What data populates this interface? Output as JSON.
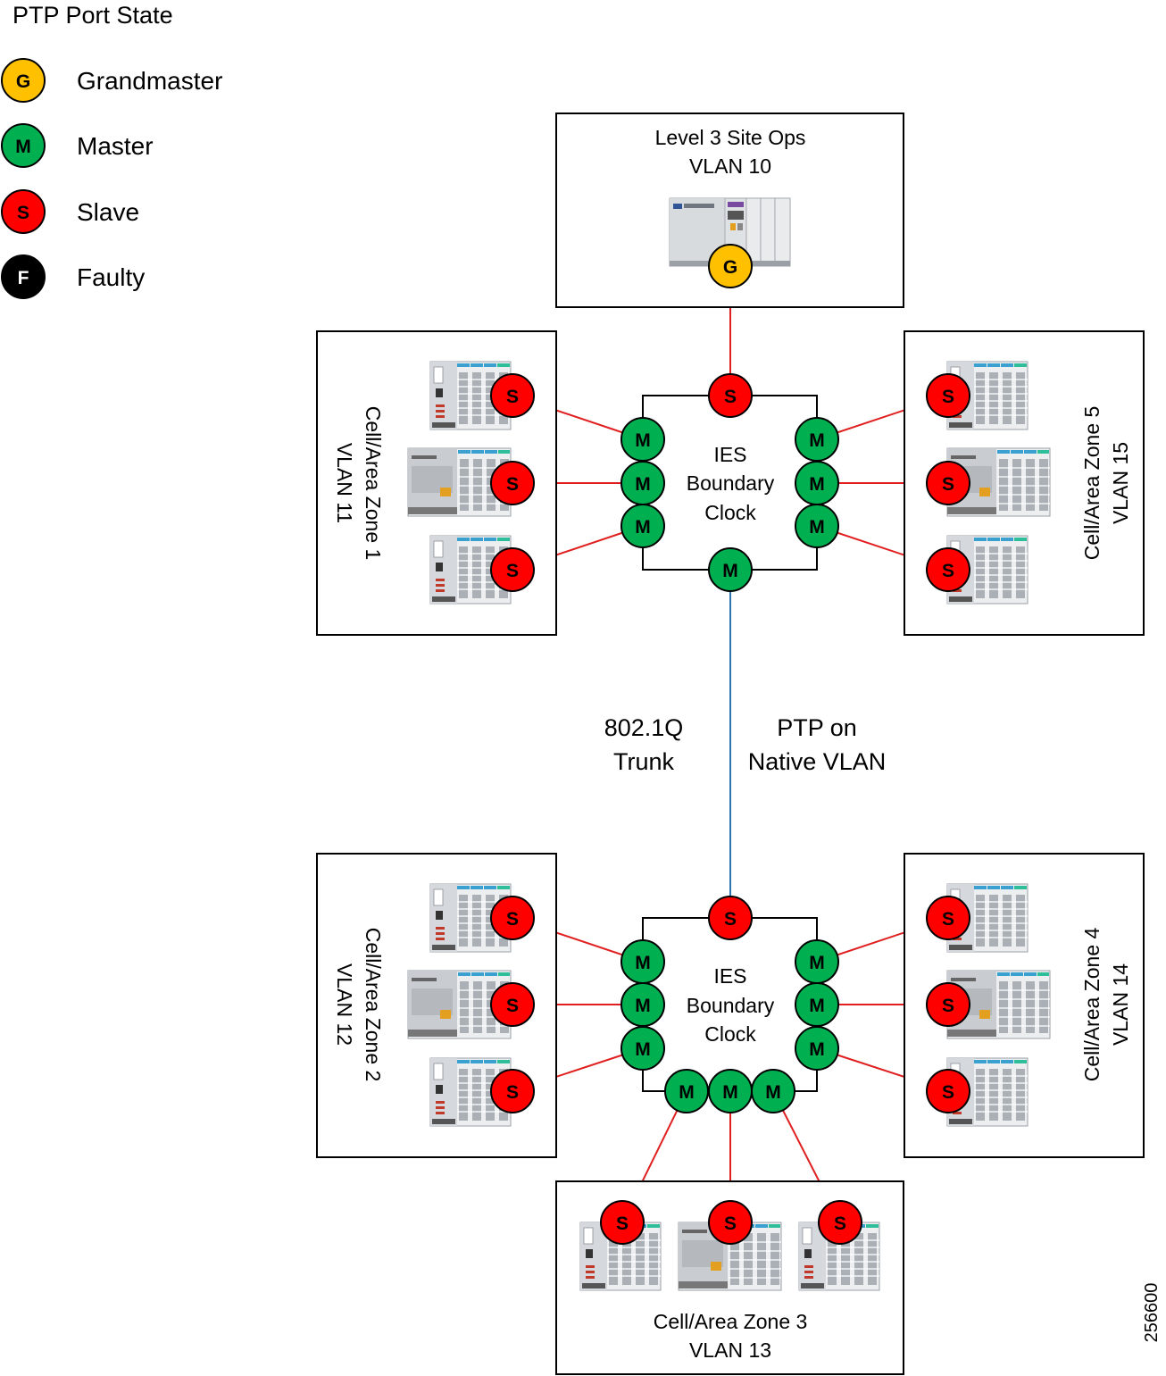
{
  "legend": {
    "title": "PTP Port State",
    "items": [
      {
        "letter": "G",
        "label": "Grandmaster",
        "color": "#FFC000"
      },
      {
        "letter": "M",
        "label": "Master",
        "color": "#00B050"
      },
      {
        "letter": "S",
        "label": "Slave",
        "color": "#FF0000"
      },
      {
        "letter": "F",
        "label": "Faulty",
        "color": "#000000"
      }
    ]
  },
  "zones": {
    "site_ops": {
      "line1": "Level 3 Site Ops",
      "line2": "VLAN 10"
    },
    "zone1": {
      "line1": "Cell/Area Zone 1",
      "line2": "VLAN 11"
    },
    "zone2": {
      "line1": "Cell/Area Zone 2",
      "line2": "VLAN 12"
    },
    "zone3": {
      "line1": "Cell/Area Zone 3",
      "line2": "VLAN 13"
    },
    "zone4": {
      "line1": "Cell/Area Zone 4",
      "line2": "VLAN 14"
    },
    "zone5": {
      "line1": "Cell/Area Zone 5",
      "line2": "VLAN 15"
    }
  },
  "switch_top": {
    "line1": "IES",
    "line2": "Boundary",
    "line3": "Clock"
  },
  "switch_bottom": {
    "line1": "IES",
    "line2": "Boundary",
    "line3": "Clock"
  },
  "trunk": {
    "left1": "802.1Q",
    "left2": "Trunk",
    "right1": "PTP on",
    "right2": "Native VLAN"
  },
  "figure_number": "256600",
  "colors": {
    "ptp_link": "#E02020",
    "trunk_link": "#2E75B6"
  }
}
